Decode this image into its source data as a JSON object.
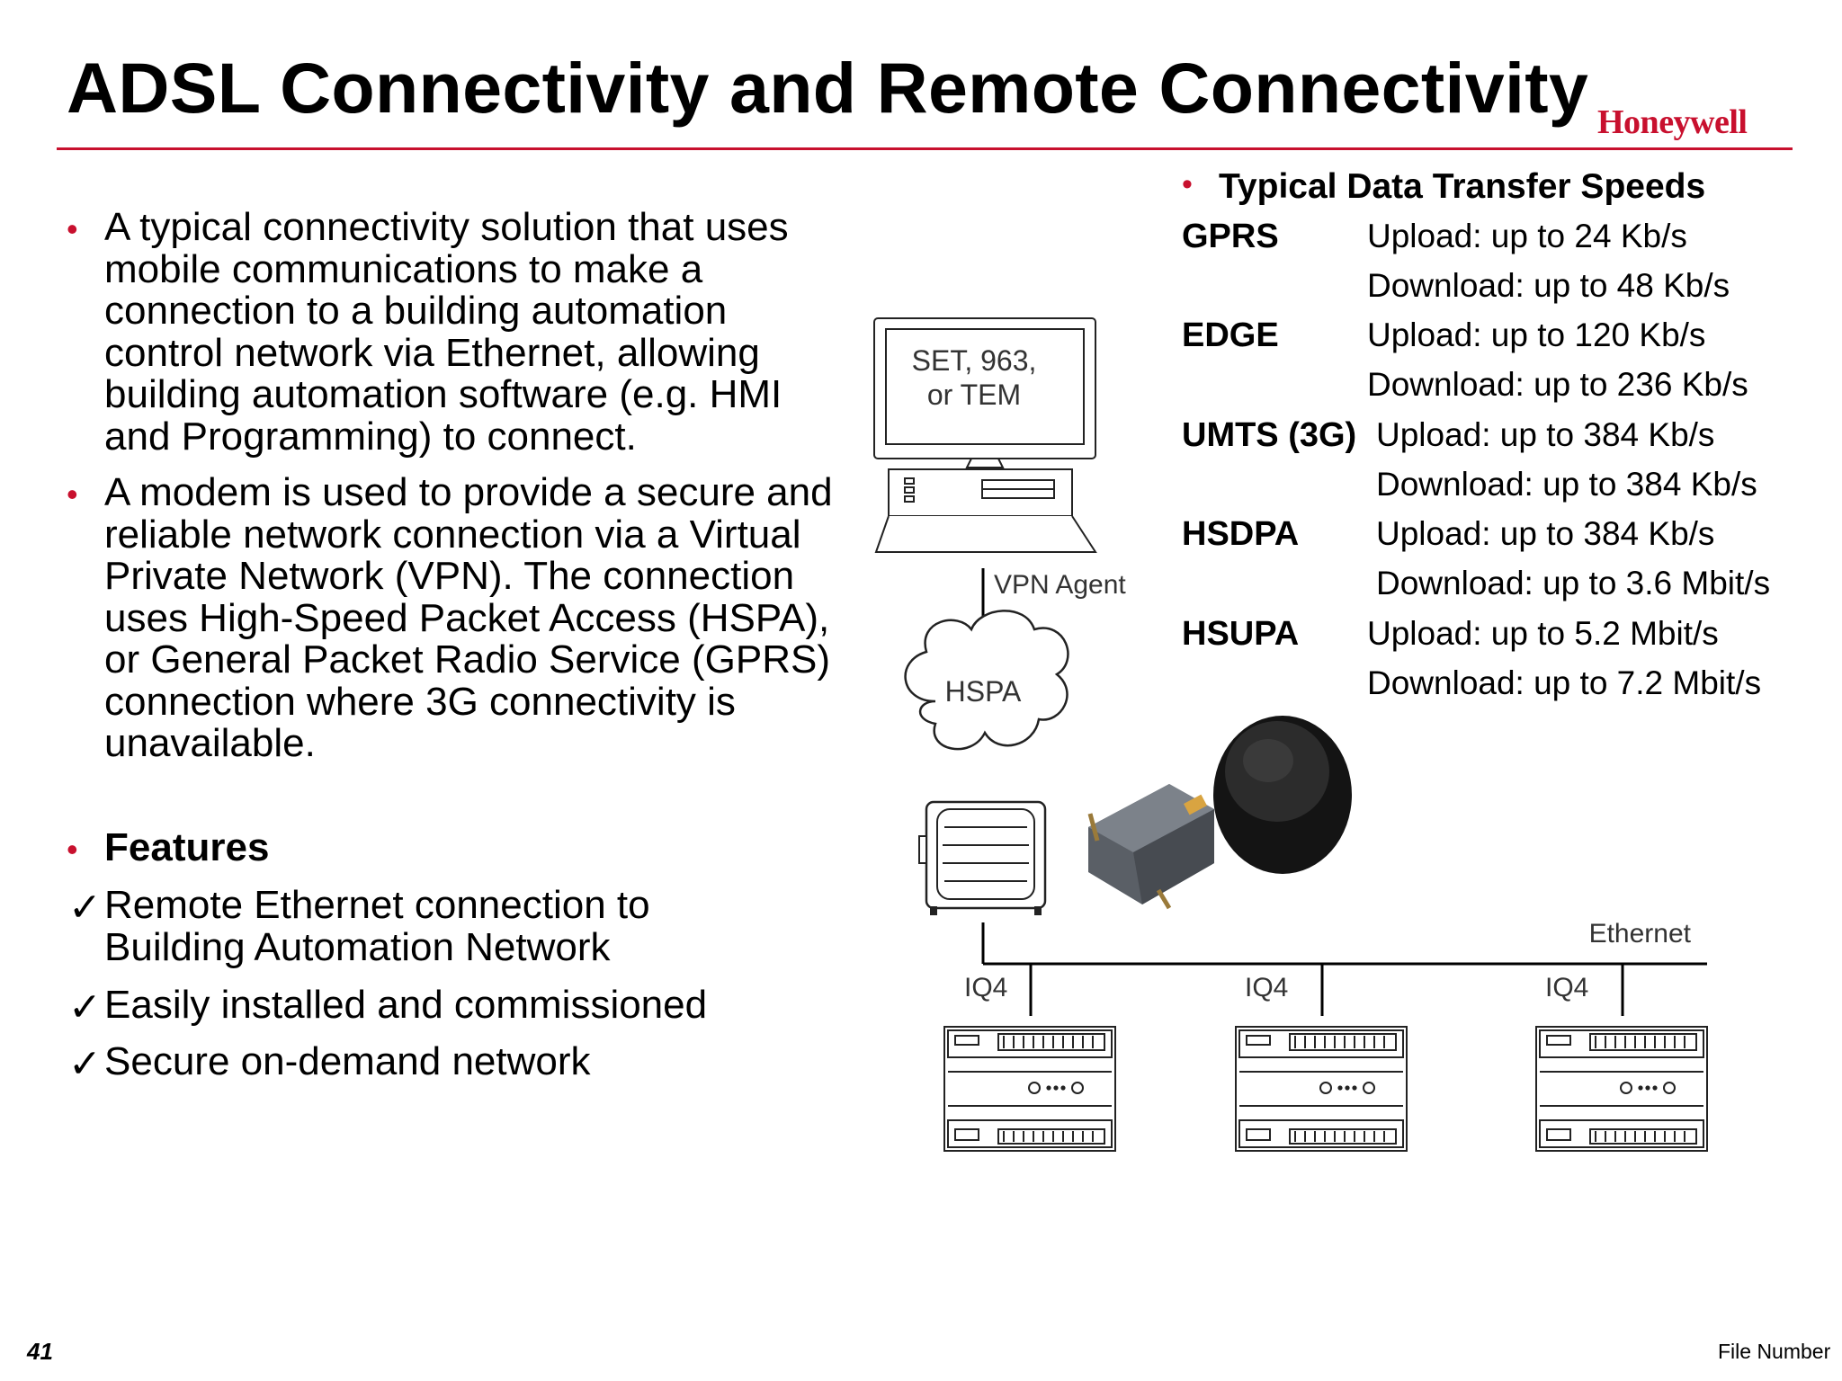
{
  "slide": {
    "title": "ADSL Connectivity and Remote Connectivity",
    "brand": "Honeywell",
    "page_number": "41",
    "file_number": "File Number"
  },
  "bullets": [
    {
      "lines": [
        "A typical connectivity solution that uses",
        "mobile communications to make a",
        "connection to a building automation",
        "control network via Ethernet, allowing",
        "building automation software (e.g. HMI",
        "and Programming) to connect."
      ]
    },
    {
      "lines": [
        "A modem is used to provide a secure and",
        "reliable network connection via a Virtual",
        "Private Network (VPN). The connection",
        "uses High-Speed Packet Access (HSPA),",
        "or General Packet Radio Service (GPRS)",
        "connection where 3G connectivity is",
        "unavailable."
      ]
    }
  ],
  "features": {
    "heading": "Features",
    "items": [
      {
        "lines": [
          "Remote Ethernet connection to",
          "Building Automation Network"
        ]
      },
      {
        "lines": [
          "Easily installed and commissioned"
        ]
      },
      {
        "lines": [
          "Secure on-demand network"
        ]
      }
    ]
  },
  "speeds": {
    "heading": "Typical Data Transfer Speeds",
    "rows": [
      {
        "label": "GPRS",
        "upload": "Upload: up to 24 Kb/s",
        "download": "Download: up to 48 Kb/s"
      },
      {
        "label": "EDGE",
        "upload": "Upload: up to 120 Kb/s",
        "download": "Download: up to 236 Kb/s"
      },
      {
        "label": "UMTS (3G)",
        "upload": "Upload: up to 384 Kb/s",
        "download": "Download: up to 384 Kb/s"
      },
      {
        "label": "HSDPA",
        "upload": "Upload: up to 384 Kb/s",
        "download": "Download: up to 3.6 Mbit/s"
      },
      {
        "label": "HSUPA",
        "upload": "Upload: up to 5.2 Mbit/s",
        "download": "Download: up to 7.2 Mbit/s"
      }
    ]
  },
  "diagram": {
    "pc_label_1": "SET, 963,",
    "pc_label_2": "or TEM",
    "vpn_label": "VPN Agent",
    "cloud_label": "HSPA",
    "ethernet_label": "Ethernet",
    "controllers": [
      "IQ4",
      "IQ4",
      "IQ4"
    ]
  },
  "colors": {
    "accent": "#c8102e"
  }
}
